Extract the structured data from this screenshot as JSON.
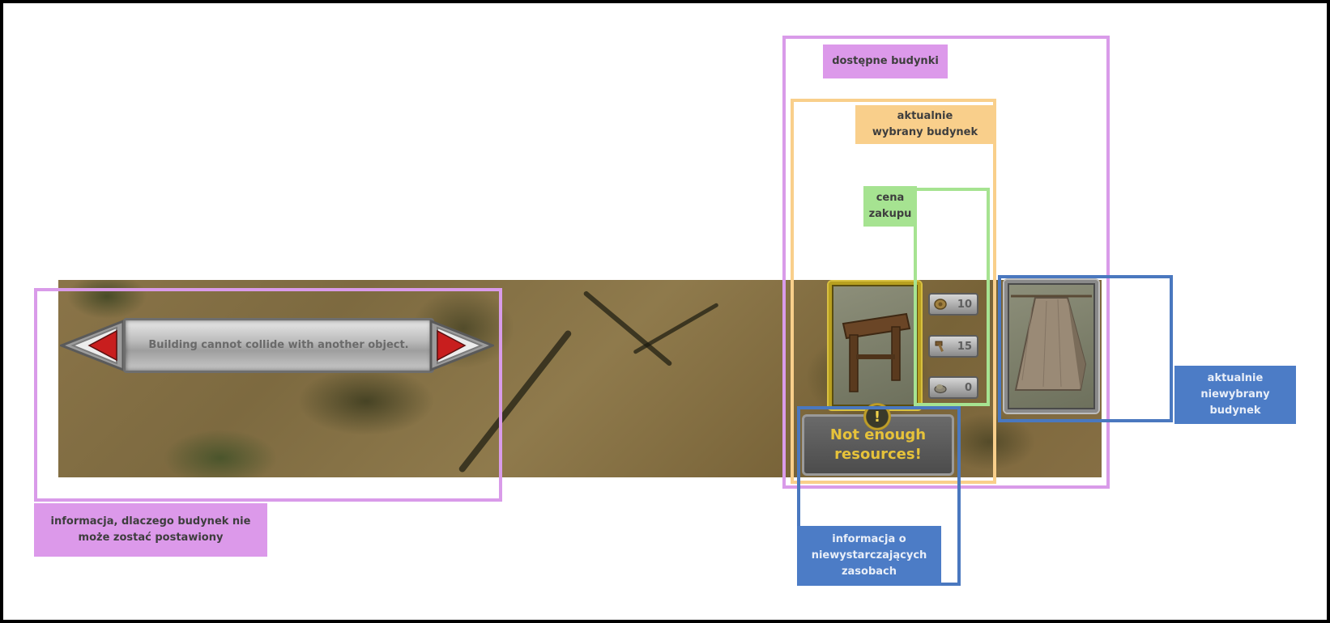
{
  "game": {
    "collision_message": "Building cannot collide with another object.",
    "not_enough_resources": "Not enough resources!",
    "exclamation": "!",
    "costs": [
      {
        "icon": "wood-icon",
        "value": "10"
      },
      {
        "icon": "tools-icon",
        "value": "15"
      },
      {
        "icon": "stone-icon",
        "value": "0"
      }
    ]
  },
  "annotations": {
    "available_buildings": "dostępne budynki",
    "selected_building": "aktualnie wybrany budynek",
    "purchase_price": "cena zakupu",
    "unselected_building": "aktualnie niewybrany budynek",
    "cannot_build_info": "informacja, dlaczego budynek nie może zostać postawiony",
    "insufficient_resources_info": "informacja o niewystarczających zasobach"
  },
  "colors": {
    "purple": "#dc99ea",
    "orange": "#f9cf8b",
    "green": "#a6e391",
    "blue": "#4c7cc6",
    "warning_text": "#e6c23a"
  }
}
